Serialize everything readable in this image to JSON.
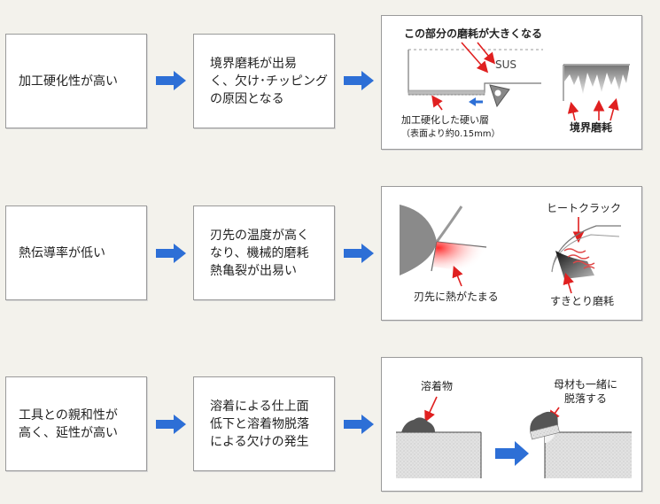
{
  "rows": [
    {
      "cause": "加工硬化性が高い",
      "effect": "境界磨耗が出易く、欠け・チッピングの原因となる",
      "effect_lines": [
        "境界磨耗が出易",
        "く、欠け･チッピング",
        "の原因となる"
      ],
      "labels": {
        "top": "この部分の磨耗が大きくなる",
        "material": "SUS",
        "layer_line1": "加工硬化した硬い層",
        "layer_line2": "（表面より約0.15mm）",
        "wear": "境界磨耗"
      }
    },
    {
      "cause": "熱伝導率が低い",
      "effect_lines": [
        "刃先の温度が高く",
        "なり、機械的磨耗",
        "熱亀裂が出易い"
      ],
      "labels": {
        "heat": "刃先に熱がたまる",
        "crack": "ヒートクラック",
        "wear": "すきとり磨耗"
      }
    },
    {
      "cause_lines": [
        "工具との親和性が",
        "高く、延性が高い"
      ],
      "effect_lines": [
        "溶着による仕上面",
        "低下と溶着物脱落",
        "による欠けの発生"
      ],
      "labels": {
        "deposit": "溶着物",
        "detach_line1": "母材も一緒に",
        "detach_line2": "脱落する"
      }
    }
  ],
  "colors": {
    "arrow": "#2d6fd6",
    "label_arrow": "#e02020",
    "box_border": "#9a9a9a",
    "background": "#f3f2ec"
  }
}
